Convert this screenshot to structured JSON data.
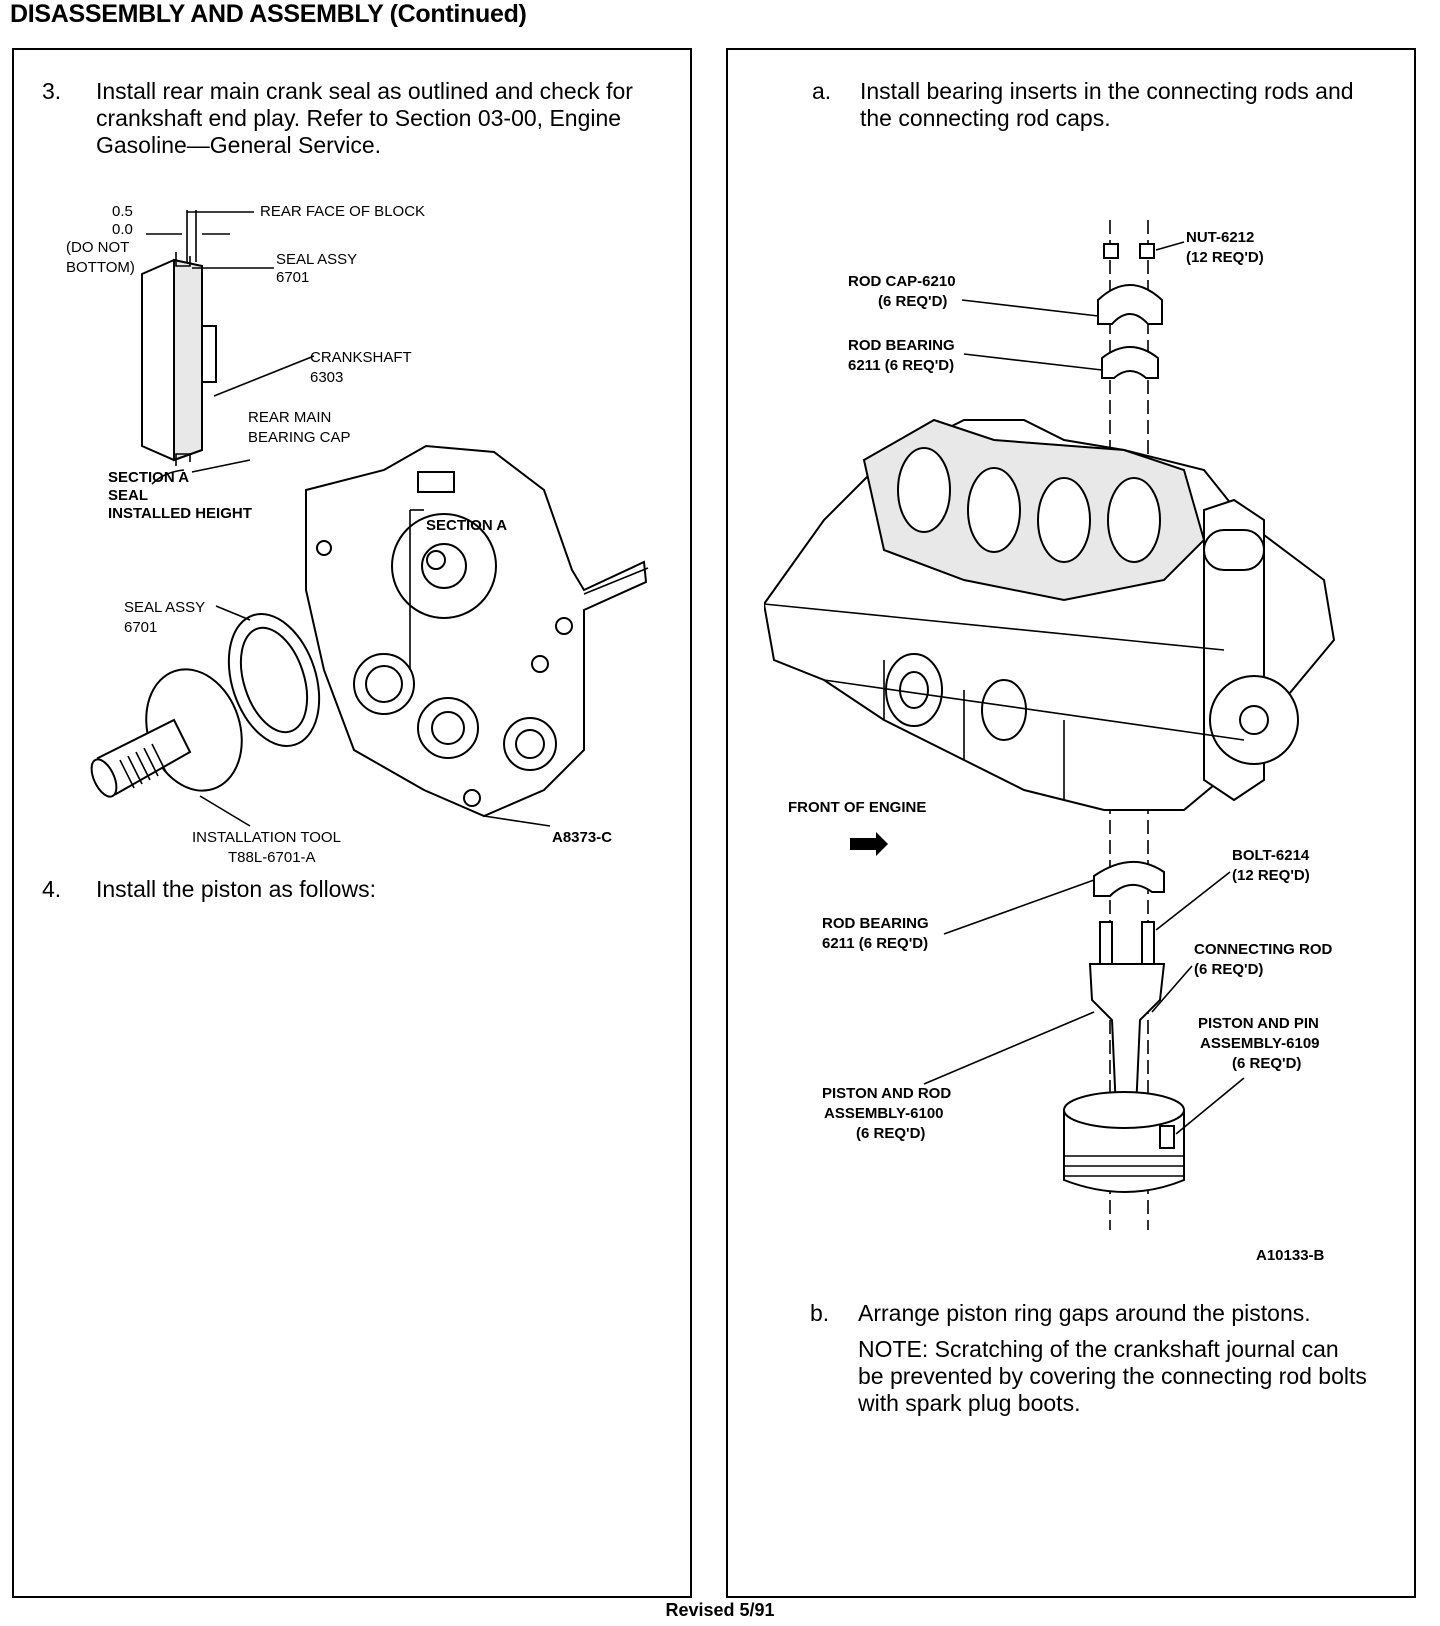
{
  "page": {
    "title": "DISASSEMBLY AND ASSEMBLY (Continued)",
    "footer": "Revised 5/91"
  },
  "left": {
    "step3": {
      "num": "3.",
      "text": "Install rear main crank seal as outlined and check for crankshaft end play. Refer to Section 03-00, Engine Gasoline—General Service."
    },
    "figure": {
      "labels": {
        "dim_05": "0.5",
        "dim_00": "0.0",
        "do_not": "(DO NOT",
        "bottom": "BOTTOM)",
        "rear_face": "REAR FACE OF BLOCK",
        "seal_assy_top_1": "SEAL ASSY",
        "seal_assy_top_2": "6701",
        "crankshaft_1": "CRANKSHAFT",
        "crankshaft_2": "6303",
        "rear_main_1": "REAR MAIN",
        "rear_main_2": "BEARING CAP",
        "section_a_1": "SECTION A",
        "section_a_2": "SEAL",
        "section_a_3": "INSTALLED HEIGHT",
        "section_a_callout": "SECTION A",
        "seal_assy_1": "SEAL ASSY",
        "seal_assy_2": "6701",
        "tool_1": "INSTALLATION TOOL",
        "tool_2": "T88L-6701-A",
        "fig_id": "A8373-C"
      }
    },
    "step4": {
      "num": "4.",
      "text": "Install the piston as follows:"
    }
  },
  "right": {
    "step_a": {
      "num": "a.",
      "text": "Install bearing inserts in the connecting rods and the connecting rod caps."
    },
    "figure": {
      "labels": {
        "nut_1": "NUT-6212",
        "nut_2": "(12 REQ'D)",
        "rod_cap_1": "ROD CAP-6210",
        "rod_cap_2": "(6 REQ'D)",
        "rod_bearing_top_1": "ROD BEARING",
        "rod_bearing_top_2": "6211 (6 REQ'D)",
        "front_of_engine": "FRONT OF ENGINE",
        "bolt_1": "BOLT-6214",
        "bolt_2": "(12 REQ'D)",
        "rod_bearing_bot_1": "ROD BEARING",
        "rod_bearing_bot_2": "6211 (6 REQ'D)",
        "conn_rod_1": "CONNECTING ROD",
        "conn_rod_2": "(6 REQ'D)",
        "pin_1": "PISTON AND PIN",
        "pin_2": "ASSEMBLY-6109",
        "pin_3": "(6 REQ'D)",
        "rod_assy_1": "PISTON AND ROD",
        "rod_assy_2": "ASSEMBLY-6100",
        "rod_assy_3": "(6 REQ'D)",
        "fig_id": "A10133-B"
      }
    },
    "step_b": {
      "num": "b.",
      "text": "Arrange piston ring gaps around the pistons.",
      "note": "NOTE: Scratching of the crankshaft journal can be prevented by covering the connecting rod bolts with spark plug boots."
    }
  }
}
